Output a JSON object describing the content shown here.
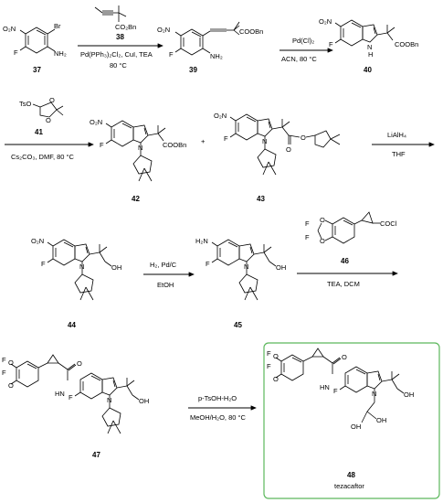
{
  "compounds": {
    "c37": "37",
    "c38": "38",
    "c39": "39",
    "c40": "40",
    "c41": "41",
    "c42": "42",
    "c43": "43",
    "c44": "44",
    "c45": "45",
    "c46": "46",
    "c47": "47",
    "c48": "48",
    "c48_name": "tezacaftor"
  },
  "atoms": {
    "O2N": "O₂N",
    "Br": "Br",
    "F": "F",
    "NH2": "NH₂",
    "N": "N",
    "H": "H",
    "CO2Bn": "CO₂Bn",
    "COOBn": "COOBn",
    "TsO": "TsO",
    "O": "O",
    "OH": "OH",
    "H2N": "H₂N",
    "HN": "HN",
    "COCl": "COCl",
    "plus": "+"
  },
  "conditions": {
    "step1_line1": "Pd(PPh₃)₂Cl₂, CuI, TEA",
    "step1_line2": "80 °C",
    "step2_line1": "Pd(Cl)₂",
    "step2_line2": "ACN, 80 °C",
    "step3_line1": "Cs₂CO₃, DMF, 80 °C",
    "step4_line1": "LiAlH₄",
    "step4_line2": "THF",
    "step5_line1": "H₂, Pd/C",
    "step5_line2": "EtOH",
    "step6_line1": "TEA, DCM",
    "step7_line1": "p-TsOH-H₂O",
    "step7_line2": "MeOH/H₂O, 80 °C"
  },
  "colors": {
    "highlight_box": "#5cb85c"
  }
}
